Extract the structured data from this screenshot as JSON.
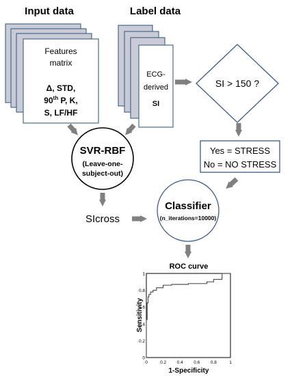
{
  "input_section": {
    "title": "Input data",
    "card_title": "Features matrix",
    "features_line1": "Δ, STD,",
    "features_line2_base": "90",
    "features_line2_sup": "th",
    "features_line2_tail": " P, K,",
    "features_line3": "S, LF/HF"
  },
  "label_section": {
    "title": "Label data",
    "ecg_line1": "ECG-",
    "ecg_line2": "derived",
    "ecg_line3": "SI"
  },
  "decision": {
    "text": "SI > 150 ?"
  },
  "outcome": {
    "yes": "Yes = STRESS",
    "no": "No = NO STRESS"
  },
  "svr": {
    "title": "SVR-RBF",
    "sub1": "(Leave-one-",
    "sub2": "subject-out)"
  },
  "sicross": {
    "label": "SIcross"
  },
  "classifier": {
    "title": "Classifier",
    "sub": "(n_iterations=10000)"
  },
  "roc": {
    "title": "ROC curve",
    "xlabel": "1-Specificity",
    "ylabel": "Sensitivity",
    "x_ticks": [
      "0",
      "0.2",
      "0.4",
      "0.6",
      "0.8",
      "1"
    ],
    "y_ticks": [
      "0",
      "0.2",
      "0.4",
      "0.6",
      "0.8",
      "1"
    ]
  },
  "chart_data": {
    "type": "line",
    "title": "ROC curve",
    "xlabel": "1-Specificity",
    "ylabel": "Sensitivity",
    "xlim": [
      0,
      1
    ],
    "ylim": [
      0,
      1
    ],
    "grid": false,
    "series": [
      {
        "x": [
          0,
          0,
          0.01,
          0.01,
          0.02,
          0.02,
          0.03,
          0.03,
          0.05,
          0.05,
          0.08,
          0.08,
          0.12,
          0.12,
          0.2,
          0.2,
          0.3,
          0.3,
          0.5,
          0.5,
          0.72,
          0.72,
          0.8,
          0.8,
          0.9,
          0.9,
          1
        ],
        "y": [
          0,
          0.45,
          0.45,
          0.65,
          0.65,
          0.72,
          0.72,
          0.75,
          0.75,
          0.78,
          0.78,
          0.8,
          0.8,
          0.83,
          0.83,
          0.86,
          0.86,
          0.87,
          0.87,
          0.88,
          0.88,
          0.9,
          0.9,
          0.93,
          0.93,
          1,
          1
        ]
      }
    ]
  },
  "colors": {
    "arrow": "#808080",
    "card_shadow": "#c9ccd6",
    "card_border": "#4a6a8a",
    "node_border": "#3a5a8a",
    "text": "#000000"
  }
}
